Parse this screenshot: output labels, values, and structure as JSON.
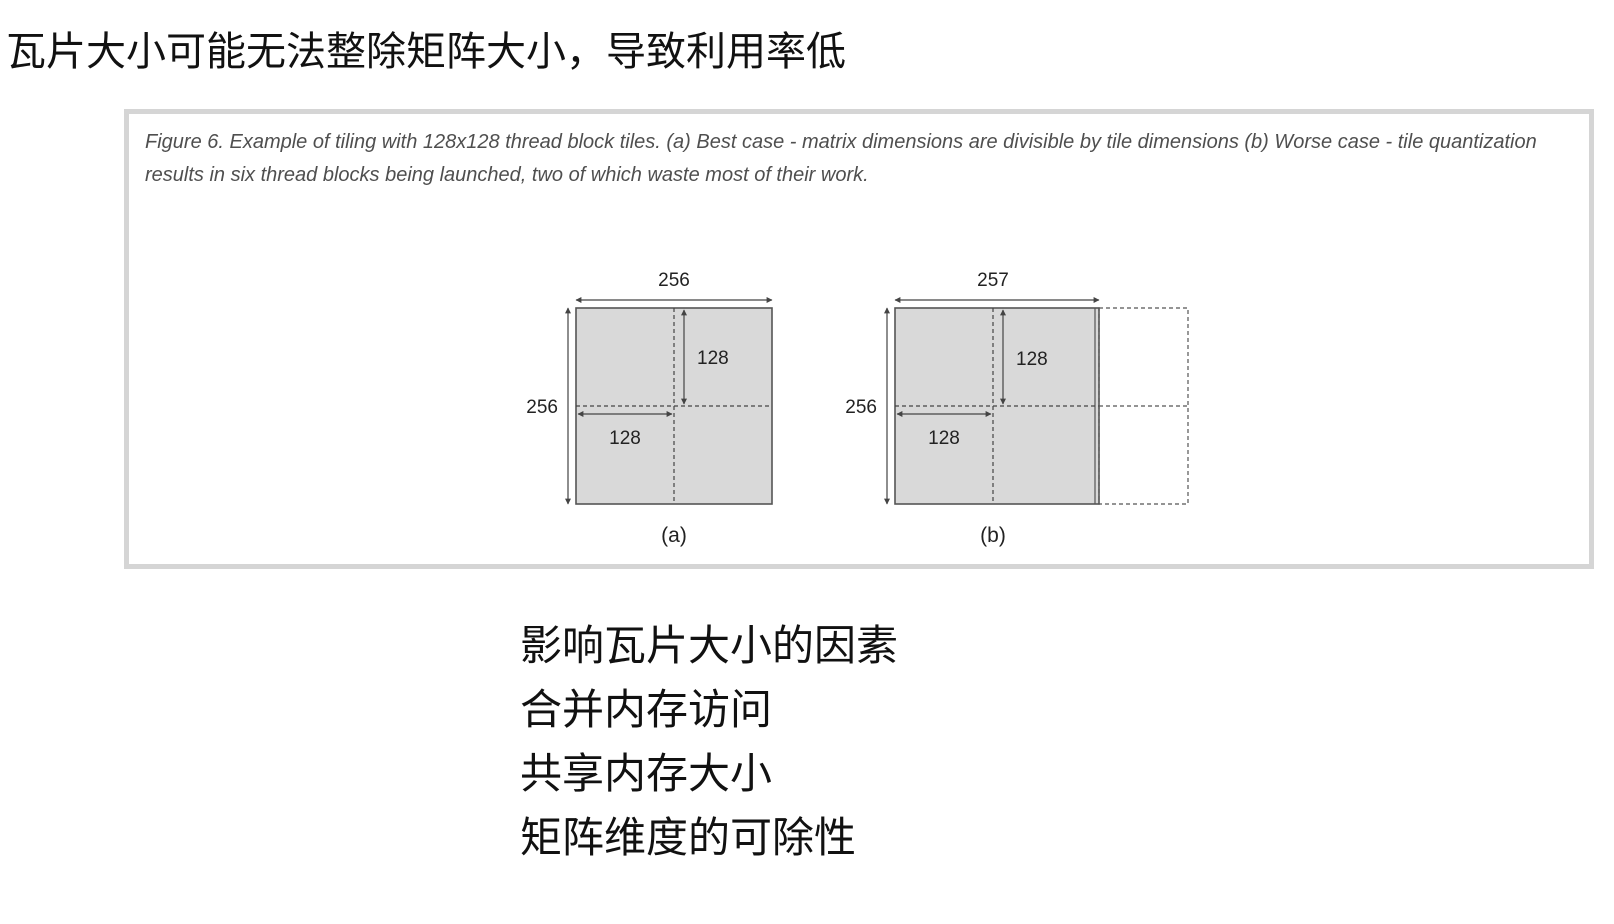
{
  "slide": {
    "title": "瓦片大小可能无法整除矩阵大小，导致利用率低"
  },
  "figure": {
    "caption": "Figure 6. Example of tiling with 128x128 thread block tiles. (a) Best case - matrix dimensions are divisible by tile dimensions (b) Worse case - tile quantization results in six thread blocks being launched, two of which waste most of their work.",
    "tile_fill_color": "#d9d9d9",
    "panel_a": {
      "width_label": "256",
      "height_label": "256",
      "tile_width_label": "128",
      "tile_height_label": "128",
      "sublabel": "(a)"
    },
    "panel_b": {
      "width_label": "257",
      "height_label": "256",
      "tile_width_label": "128",
      "tile_height_label": "128",
      "sublabel": "(b)"
    }
  },
  "bullets": {
    "items": [
      "影响瓦片大小的因素",
      "合并内存访问",
      "共享内存大小",
      "矩阵维度的可除性"
    ]
  }
}
